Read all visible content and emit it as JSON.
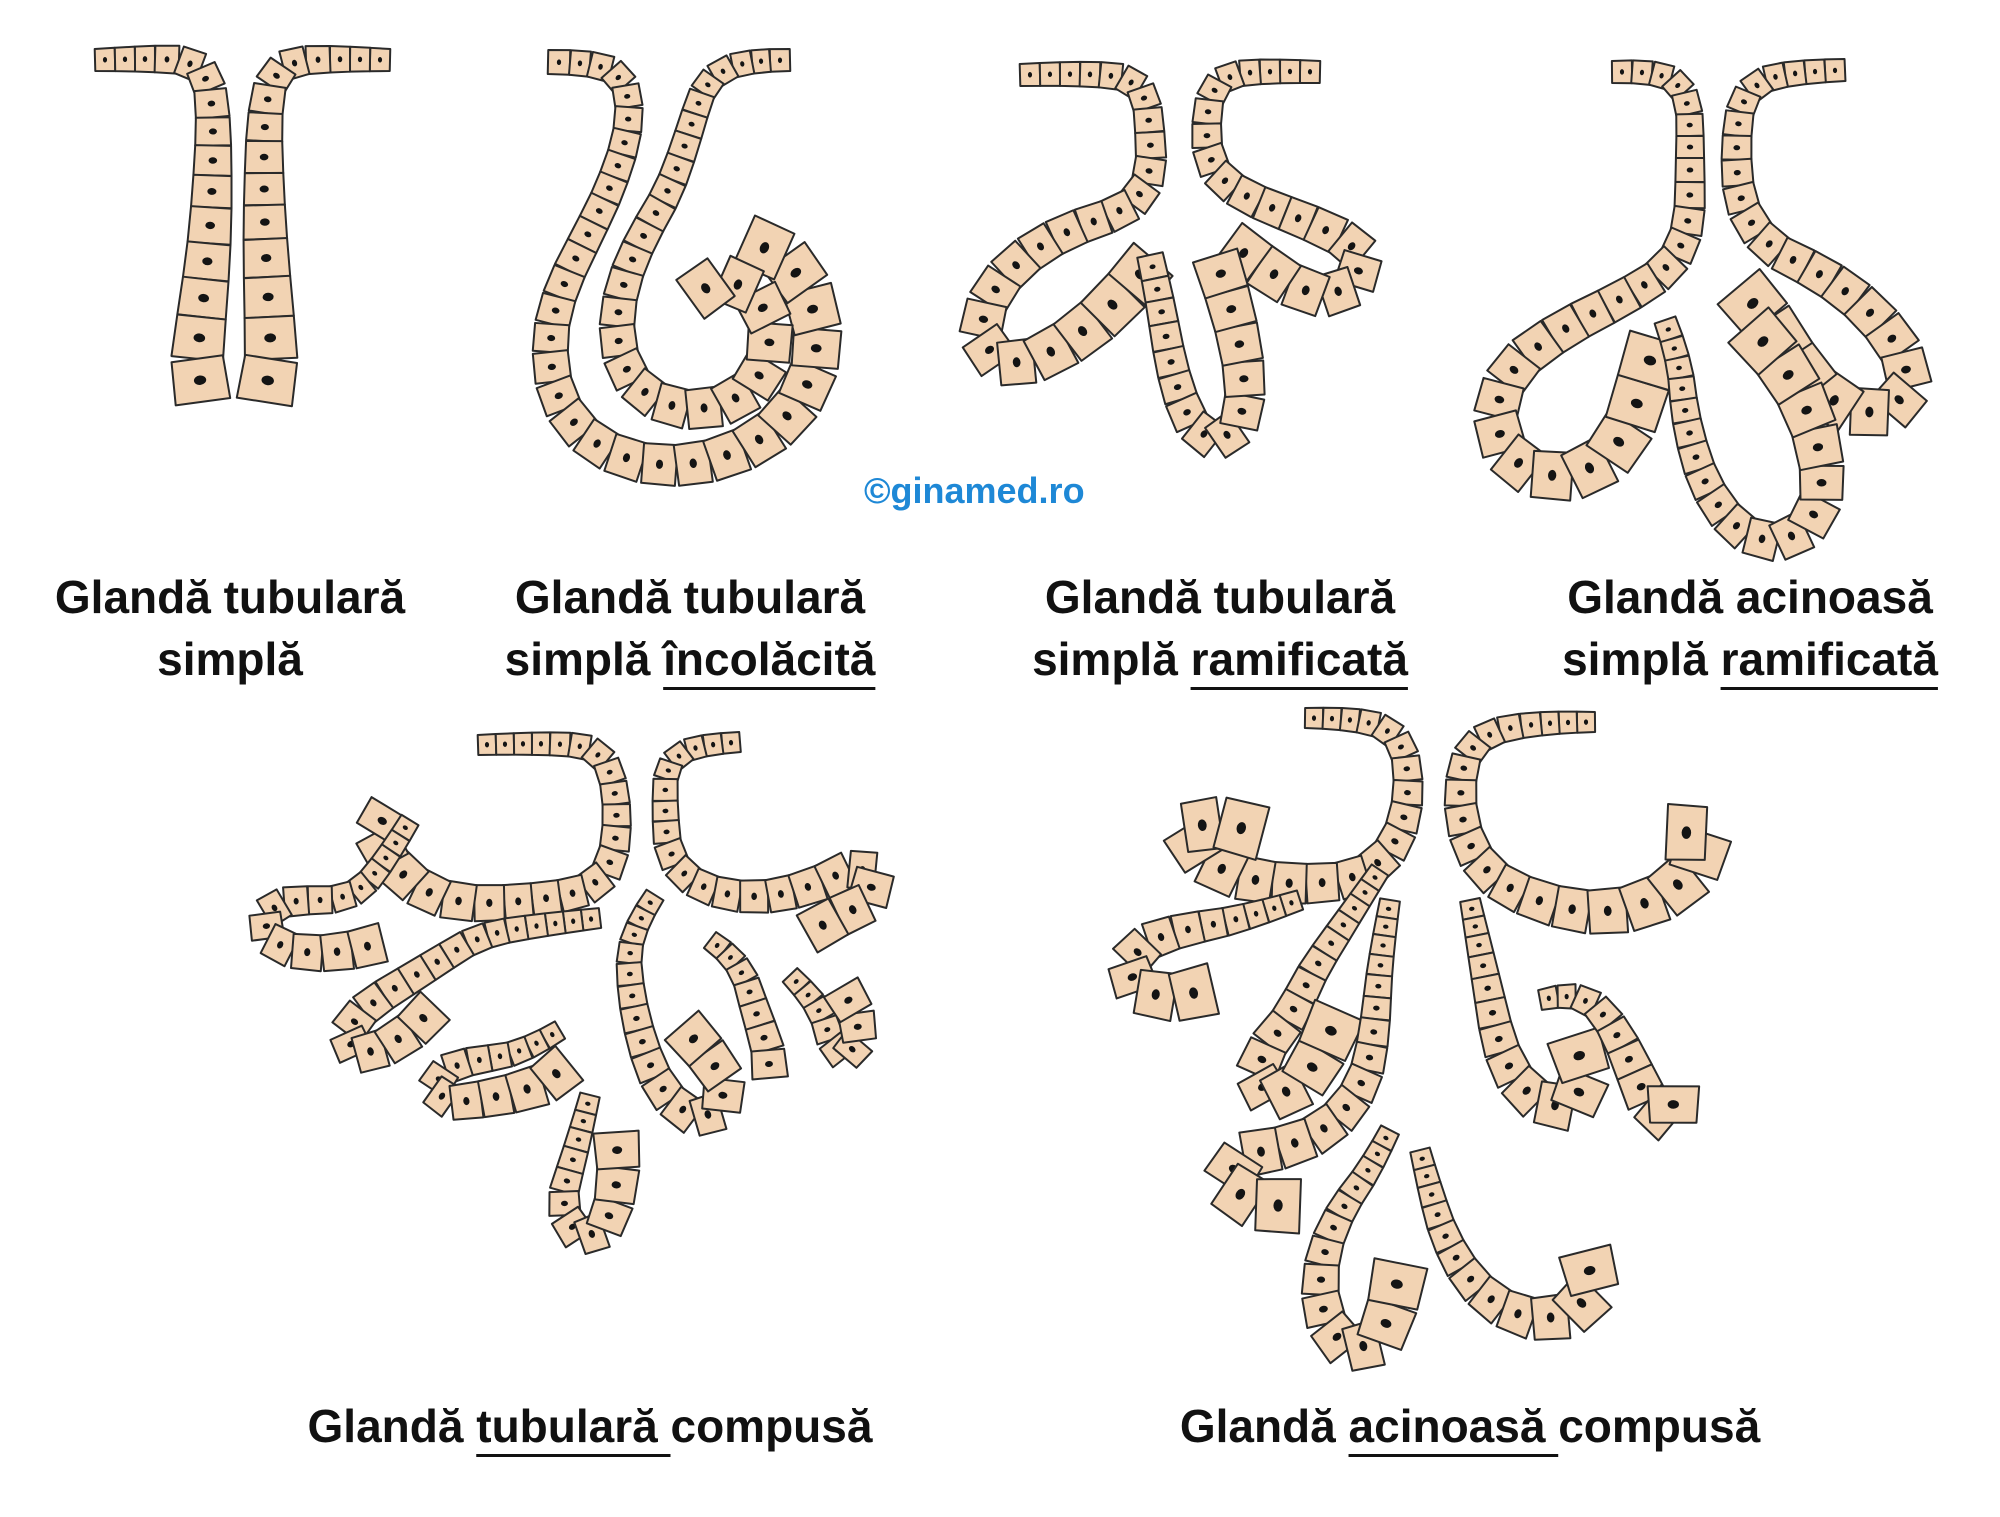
{
  "colors": {
    "cell_fill": "#f2d3b3",
    "cell_stroke": "#2a2a2a",
    "nucleus": "#141414",
    "text": "#111111",
    "watermark": "#1e88d6"
  },
  "watermark": "©ginamed.ro",
  "labels": [
    {
      "line1": "Glandă tubulară",
      "line2a": "simplă",
      "line2b": ""
    },
    {
      "line1": "Glandă tubulară",
      "line2a": "simplă ",
      "line2b": "încolăcită"
    },
    {
      "line1": "Glandă tubulară",
      "line2a": "simplă ",
      "line2b": "ramificată"
    },
    {
      "line1": "Glandă acinoasă",
      "line2a": "simplă ",
      "line2b": "ramificată"
    },
    {
      "pre": "Glandă ",
      "u": "tubulară ",
      "post": "compusă"
    },
    {
      "pre": "Glandă ",
      "u": "acinoasă ",
      "post": "compusă"
    }
  ]
}
